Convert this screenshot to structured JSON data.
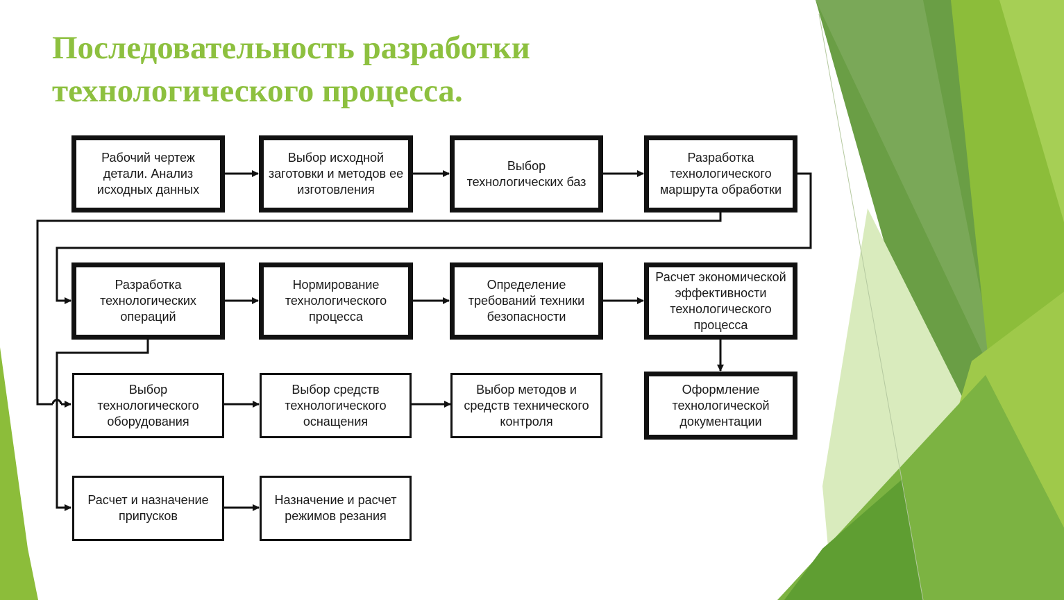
{
  "title": {
    "line1": "Последовательность разработки",
    "line2": "технологического процесса."
  },
  "colors": {
    "title": "#8dc03f",
    "accent_dark": "#5a9a2a",
    "accent_light": "#cfe5a8"
  },
  "steps": [
    {
      "id": "s1",
      "text": "Рабочий чертеж детали. Анализ исходных данных"
    },
    {
      "id": "s2",
      "text": "Выбор исходной заготовки и методов ее изготовления"
    },
    {
      "id": "s3",
      "text": "Выбор технологических баз"
    },
    {
      "id": "s4",
      "text": "Разработка технологического маршрута обработки"
    },
    {
      "id": "s5",
      "text": "Разработка технологических операций"
    },
    {
      "id": "s6",
      "text": "Нормирование технологического процесса"
    },
    {
      "id": "s7",
      "text": "Определение требований техники безопасности"
    },
    {
      "id": "s8",
      "text": "Расчет экономической эффективности технологического процесса"
    },
    {
      "id": "s9",
      "text": "Выбор технологического оборудования"
    },
    {
      "id": "s10",
      "text": "Выбор средств технологического оснащения"
    },
    {
      "id": "s11",
      "text": "Выбор методов и средств технического контроля"
    },
    {
      "id": "s12",
      "text": "Оформление технологической документации"
    },
    {
      "id": "s13",
      "text": "Расчет и назначение припусков"
    },
    {
      "id": "s14",
      "text": "Назначение и расчет режимов резания"
    }
  ]
}
